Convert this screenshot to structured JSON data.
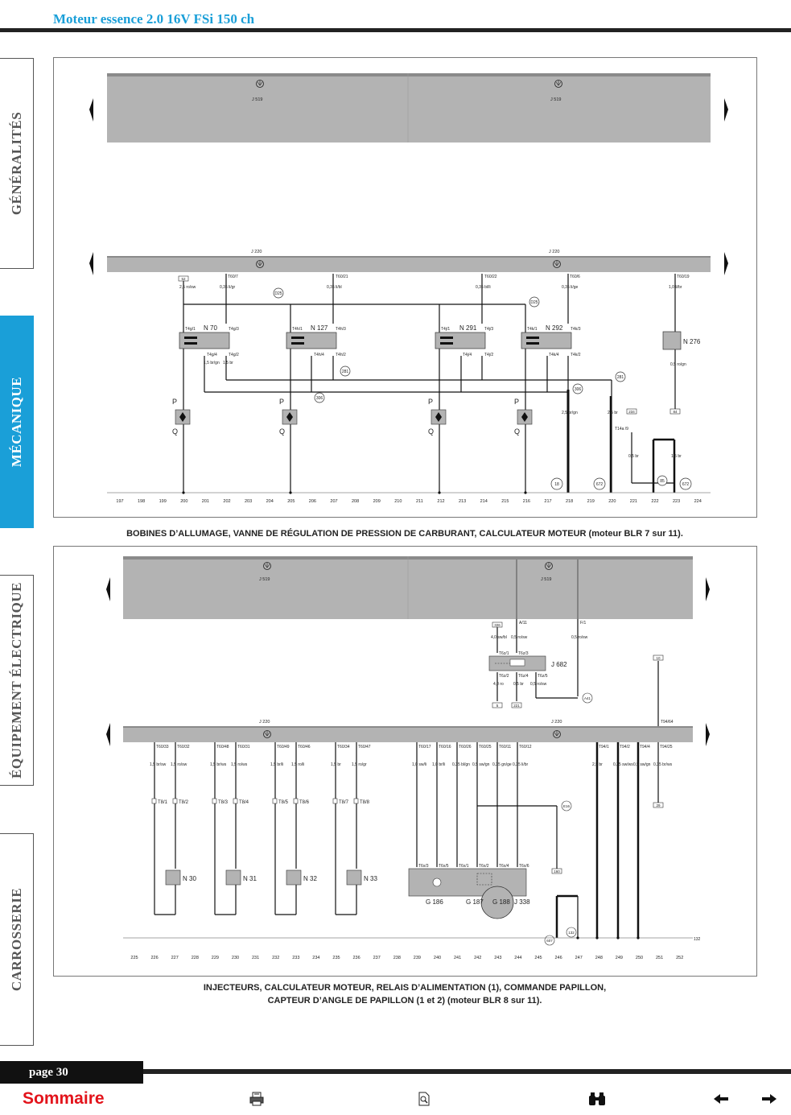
{
  "header": {
    "title": "Moteur essence 2.0 16V FSi 150 ch"
  },
  "sidebar": {
    "tabs": [
      {
        "label": "GÉNÉRALITÉS",
        "active": false
      },
      {
        "label": "MÉCANIQUE",
        "active": true
      },
      {
        "label": "ÉQUIPEMENT ÉLECTRIQUE",
        "active": false
      },
      {
        "label": "CARROSSERIE",
        "active": false
      }
    ]
  },
  "colors": {
    "accent": "#1a9fd8",
    "link_red": "#e3131b",
    "unit_gray": "#b3b3b3"
  },
  "diagram1": {
    "unit_top_left": "J 519",
    "unit_top_right": "J 519",
    "unit_mid_left": "J 220",
    "unit_mid_right": "J 220",
    "connectors_top": [
      "T60/7",
      "T60/21",
      "T60/22",
      "T60/6",
      "T60/19"
    ],
    "wires": [
      "2,5 ro/sw",
      "0,35 li/gr",
      "0,35 li/bl",
      "0,35 bl/li",
      "0,35 li/ge",
      "1,0 li/br"
    ],
    "components": [
      "N 70",
      "N 127",
      "N 291",
      "N 292",
      "N 276"
    ],
    "pins": [
      "T4g/1",
      "T4g/3",
      "T4g/4",
      "T4g/2",
      "T4h/1",
      "T4h/3",
      "T4h/4",
      "T4h/2",
      "T4j/1",
      "T4j/3",
      "T4j/4",
      "T4j/2",
      "T4k/1",
      "T4k/3",
      "T4k/4",
      "T4k/2",
      "T14a /9"
    ],
    "labels_pq": [
      "P",
      "Q"
    ],
    "refs": [
      "D25",
      "306",
      "281",
      "18",
      "672",
      "85",
      "84",
      "234",
      "52"
    ],
    "bottom_wires": [
      "1,5 br/gn",
      "1,5 br",
      "2,5 br/gn",
      "2,5 br",
      "0,5 br",
      "0,5 ro/gn",
      "1,5 br"
    ],
    "scale": [
      "197",
      "198",
      "199",
      "200",
      "201",
      "202",
      "203",
      "204",
      "205",
      "206",
      "207",
      "208",
      "209",
      "210",
      "211",
      "212",
      "213",
      "214",
      "215",
      "216",
      "217",
      "218",
      "219",
      "220",
      "221",
      "222",
      "223",
      "224"
    ]
  },
  "caption1": "BOBINES D’ALLUMAGE, VANNE DE RÉGULATION DE PRESSION DE CARBURANT, CALCULATEUR MOTEUR (moteur BLR 7 sur 11).",
  "diagram2": {
    "unit_top_left": "J 519",
    "unit_top_right": "J 519",
    "unit_mid_left": "J 220",
    "unit_mid_right": "J 220",
    "relay": "J 682",
    "relay_pins": [
      "A/11",
      "F/1",
      "T6z/1",
      "T6z/3",
      "T6z/2",
      "T6z/4",
      "T6z/5"
    ],
    "relay_wires": [
      "4,0 sw/bl",
      "0,5 ro/sw",
      "0,5 ro/sw",
      "4,0 ro",
      "0,5 br",
      "0,5 ro/sw"
    ],
    "relay_refs": [
      "326",
      "5",
      "221",
      "A41",
      "10",
      "E16",
      "160"
    ],
    "connectors": [
      "T60/33",
      "T60/32",
      "T60/48",
      "T60/31",
      "T60/49",
      "T60/46",
      "T60/34",
      "T60/47",
      "T60/17",
      "T60/16",
      "T60/26",
      "T60/25",
      "T60/11",
      "T60/12",
      "T94/1",
      "T94/2",
      "T94/4",
      "T94/25",
      "T94/64"
    ],
    "wires": [
      "1,5 br/sw",
      "1,5 ro/sw",
      "1,5 br/ws",
      "1,5 ro/ws",
      "1,5 br/li",
      "1,5 ro/li",
      "1,5 br",
      "1,5 ro/gr",
      "1,0 sw/li",
      "1,0 br/li",
      "0,35 bl/gn",
      "0,5 sw/gn",
      "0,35 gn/ge",
      "0,35 li/br",
      "2,5 br",
      "0,35 sw/ws",
      "0,5 sw/gn",
      "0,35 br/ws"
    ],
    "separators": [
      "T8/1",
      "T8/2",
      "T8/3",
      "T8/4",
      "T8/5",
      "T8/6",
      "T8/7",
      "T8/8"
    ],
    "injectors": [
      "N 30",
      "N 31",
      "N 32",
      "N 33"
    ],
    "throttle_pins": [
      "T6x/3",
      "T6x/5",
      "T6x/1",
      "T6x/2",
      "T6x/4",
      "T6x/6"
    ],
    "throttle": [
      "G 186",
      "G 187",
      "G 188",
      "J 338"
    ],
    "refs": [
      "29",
      "607",
      "132"
    ],
    "scale": [
      "225",
      "226",
      "227",
      "228",
      "229",
      "230",
      "231",
      "232",
      "233",
      "234",
      "235",
      "236",
      "237",
      "238",
      "239",
      "240",
      "241",
      "242",
      "243",
      "244",
      "245",
      "246",
      "247",
      "248",
      "249",
      "250",
      "251",
      "252"
    ]
  },
  "caption2_line1": "INJECTEURS, CALCULATEUR MOTEUR, RELAIS D’ALIMENTATION (1), COMMANDE PAPILLON,",
  "caption2_line2": "CAPTEUR D’ANGLE DE PAPILLON (1 et 2) (moteur BLR 8 sur 11).",
  "footer": {
    "page": "page 30",
    "sommaire": "Sommaire",
    "icons": [
      "print-icon",
      "search-document-icon",
      "binoculars-icon",
      "arrow-left-icon",
      "arrow-right-icon"
    ]
  }
}
